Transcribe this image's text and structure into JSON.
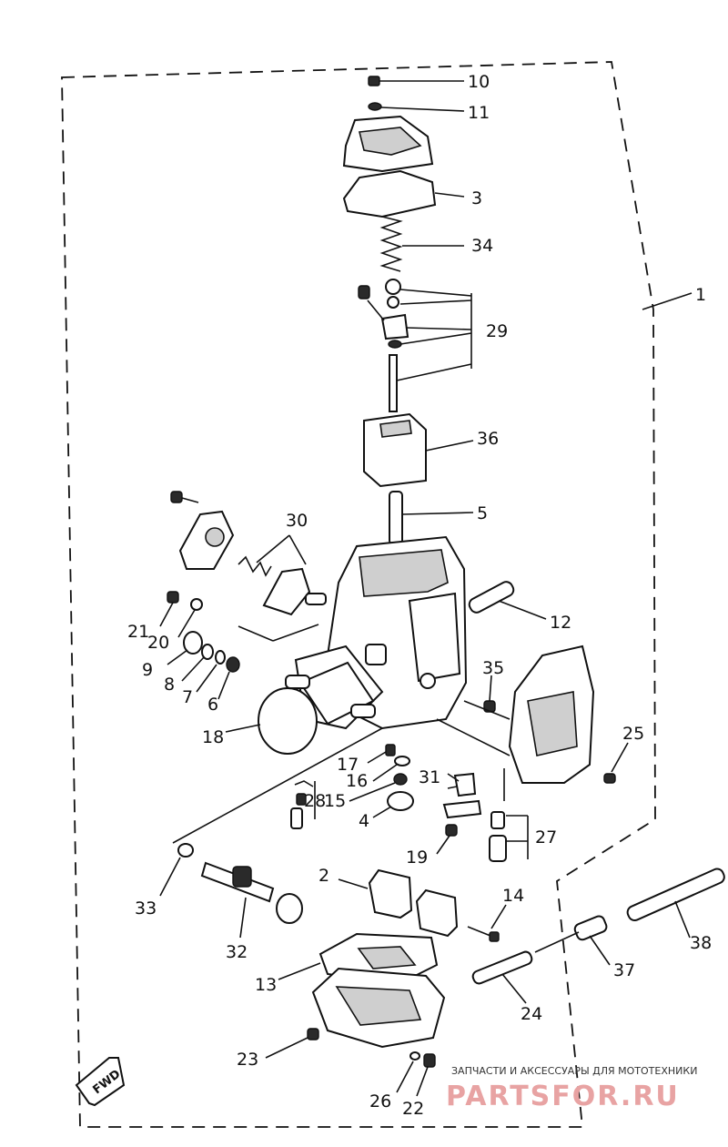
{
  "labels": {
    "l10": "10",
    "l11": "11",
    "l3": "3",
    "l34": "34",
    "l1": "1",
    "l29": "29",
    "l36": "36",
    "l5": "5",
    "l30": "30",
    "l12": "12",
    "l21": "21",
    "l20": "20",
    "l9": "9",
    "l8": "8",
    "l7": "7",
    "l6": "6",
    "l35": "35",
    "l18": "18",
    "l25": "25",
    "l17": "17",
    "l16": "16",
    "l31": "31",
    "l28": "28",
    "l15": "15",
    "l4": "4",
    "l27": "27",
    "l19": "19",
    "l33": "33",
    "l2": "2",
    "l14": "14",
    "l32": "32",
    "l38": "38",
    "l37": "37",
    "l13": "13",
    "l24": "24",
    "l23": "23",
    "l26": "26",
    "l22": "22"
  },
  "fwd_label": "FWD",
  "diagram_code": "",
  "watermark": {
    "caption": "ЗАПЧАСТИ И АКСЕССУАРЫ ДЛЯ МОТОТЕХНИКИ",
    "brand": "PARTSFOR.RU"
  }
}
